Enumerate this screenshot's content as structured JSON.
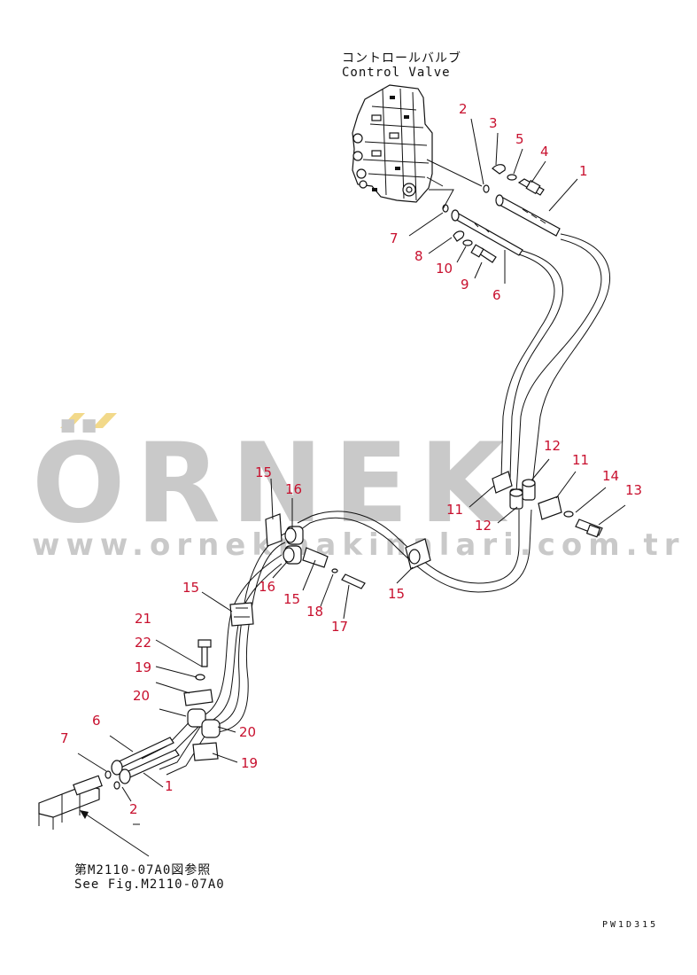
{
  "title_jp": "コントロールバルブ",
  "title_en": "Control Valve",
  "see_jp": "第M2110-07A0図参照",
  "see_en": "See Fig.M2110-07A0",
  "ref_code": "PW1D315",
  "watermark": {
    "brand": "ÖRNEK",
    "url": "www.ornekmakinalari.com.tr"
  },
  "callouts": {
    "c1a": "1",
    "c2a": "2",
    "c3": "3",
    "c4": "4",
    "c5": "5",
    "c6a": "6",
    "c7a": "7",
    "c8": "8",
    "c9": "9",
    "c10": "10",
    "c11a": "11",
    "c11b": "11",
    "c12a": "12",
    "c12b": "12",
    "c13": "13",
    "c14": "14",
    "c15a": "15",
    "c15b": "15",
    "c15c": "15",
    "c15d": "15",
    "c16a": "16",
    "c16b": "16",
    "c17": "17",
    "c18": "18",
    "c19a": "19",
    "c19b": "19",
    "c20a": "20",
    "c20b": "20",
    "c21": "21",
    "c22": "22",
    "c6b": "6",
    "c7b": "7",
    "c1b": "1",
    "c2b": "2"
  },
  "colors": {
    "callout": "#c8102e",
    "line": "#111111",
    "watermark": "#c9c9c9",
    "watermark_accent": "#f2d98a"
  }
}
